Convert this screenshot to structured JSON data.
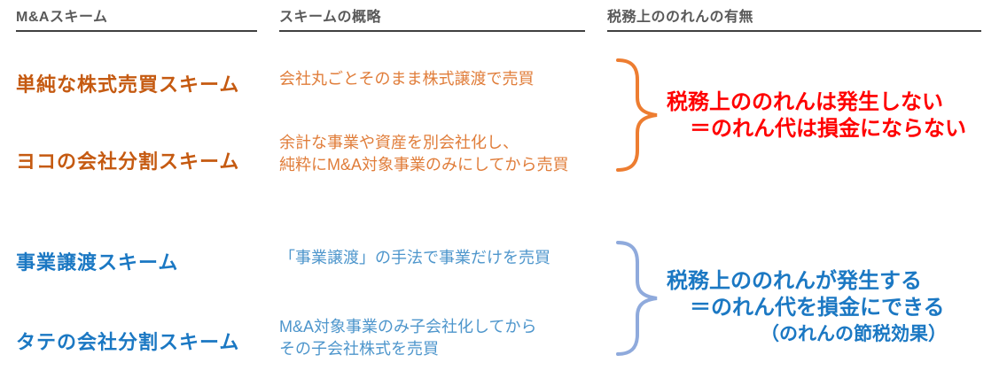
{
  "header": {
    "columns": [
      "M&Aスキーム",
      "スキームの概略",
      "税務上ののれんの有無"
    ]
  },
  "rows": [
    {
      "scheme": "単純な株式売買スキーム",
      "summary_lines": [
        "会社丸ごとそのまま株式譲渡で売買"
      ],
      "group": "no-goodwill"
    },
    {
      "scheme": "ヨコの会社分割スキーム",
      "summary_lines": [
        "余計な事業や資産を別会社化し、",
        "純粋にM&A対象事業のみにしてから売買"
      ],
      "group": "no-goodwill"
    },
    {
      "scheme": "事業譲渡スキーム",
      "summary_lines": [
        "「事業譲渡」の手法で事業だけを売買"
      ],
      "group": "has-goodwill"
    },
    {
      "scheme": "タテの会社分割スキーム",
      "summary_lines": [
        "M&A対象事業のみ子会社化してから",
        "その子会社株式を売買"
      ],
      "group": "has-goodwill"
    }
  ],
  "annotations": {
    "no_goodwill": {
      "line1": "税務上ののれんは発生しない",
      "line2": "＝のれん代は損金にならない"
    },
    "has_goodwill": {
      "line1": "税務上ののれんが発生する",
      "line2": "＝のれん代を損金にできる",
      "line3": "（のれんの節税効果）"
    }
  },
  "colors": {
    "header_text": "#595959",
    "header_underline": "#404040",
    "scheme_orange": "#C55A11",
    "summary_orange": "#E07D3A",
    "scheme_blue": "#1B78C3",
    "summary_blue": "#4E96CC",
    "annotation_red": "#FF0000",
    "annotation_blue": "#1B78C3",
    "brace_orange": "#ED7D31",
    "brace_blue": "#8FAADC"
  }
}
